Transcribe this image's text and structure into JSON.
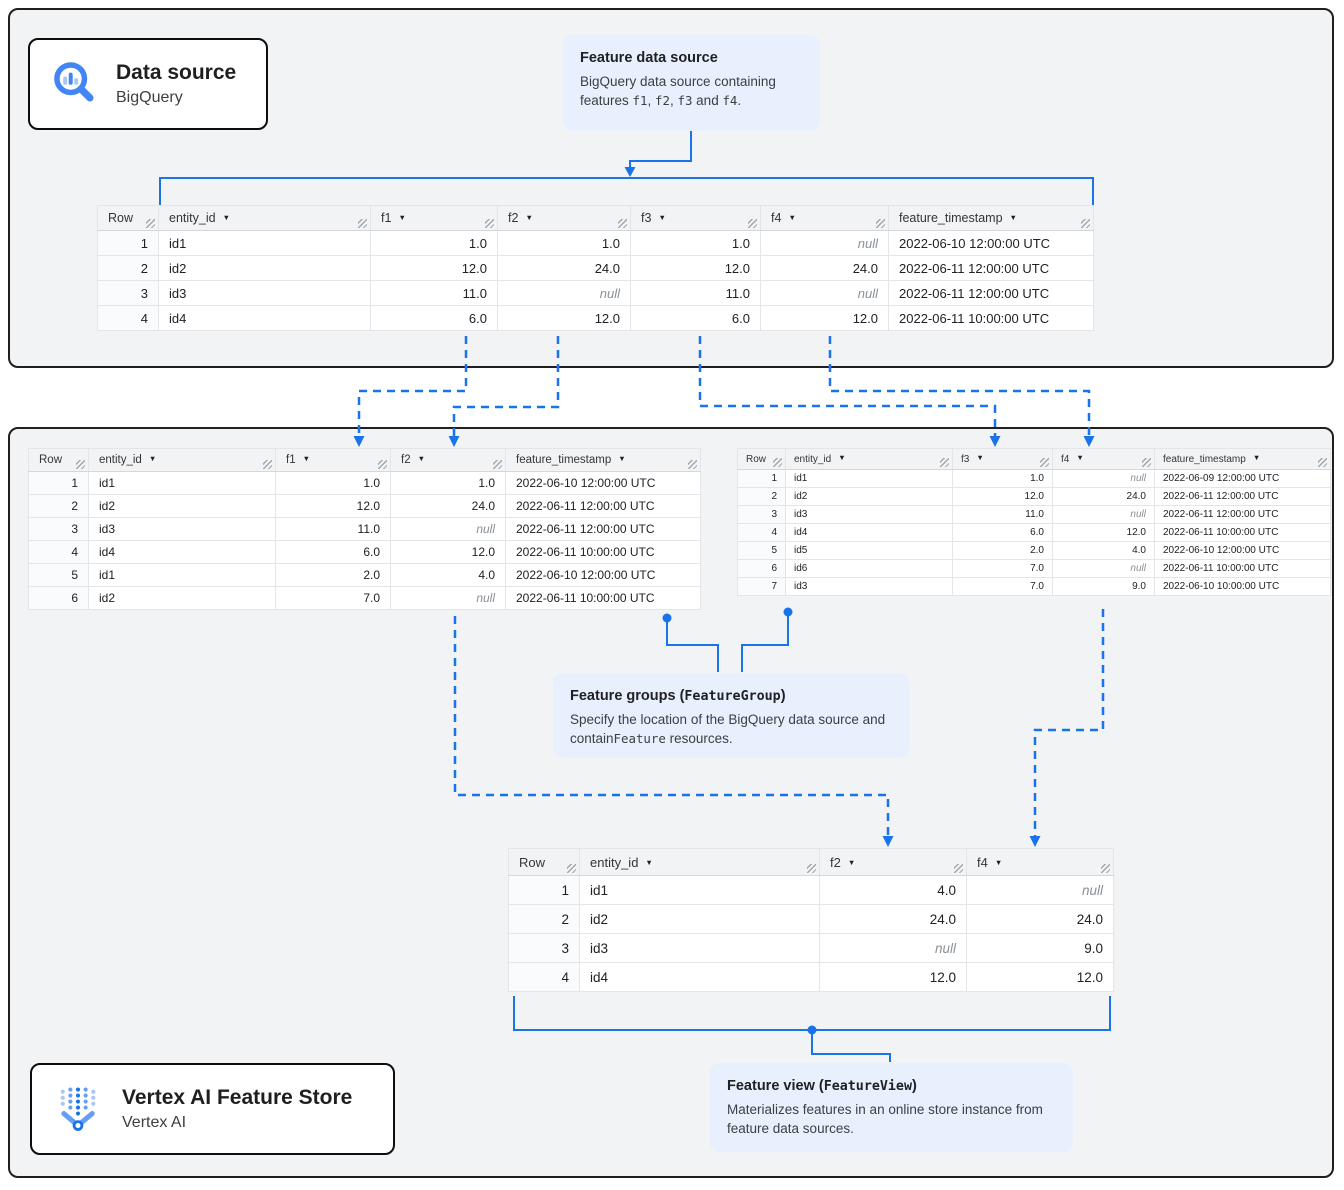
{
  "page": {
    "accent_blue": "#1a73e8",
    "panel_background": "#f1f3f4",
    "callout_background": "#e8f0fe",
    "null_text": "null"
  },
  "cards": {
    "data_source": {
      "title": "Data source",
      "subtitle": "BigQuery",
      "icon": "bigquery-icon"
    },
    "feature_store": {
      "title": "Vertex AI Feature Store",
      "subtitle": "Vertex AI",
      "icon": "vertex-ai-icon"
    }
  },
  "callouts": {
    "feature_data_source": {
      "title_parts": [
        {
          "t": "Feature data source"
        }
      ],
      "body_parts": [
        {
          "t": "BigQuery data source containing features "
        },
        {
          "t": "f1",
          "mono": true
        },
        {
          "t": ", "
        },
        {
          "t": "f2",
          "mono": true
        },
        {
          "t": ", "
        },
        {
          "t": "f3",
          "mono": true
        },
        {
          "t": " and "
        },
        {
          "t": "f4",
          "mono": true
        },
        {
          "t": "."
        }
      ]
    },
    "feature_groups": {
      "title_parts": [
        {
          "t": "Feature groups ("
        },
        {
          "t": "FeatureGroup",
          "mono": true
        },
        {
          "t": ")"
        }
      ],
      "body_parts": [
        {
          "t": "Specify the location of the BigQuery data source and contain"
        },
        {
          "t": "Feature",
          "mono": true
        },
        {
          "t": " resources."
        }
      ]
    },
    "feature_view": {
      "title_parts": [
        {
          "t": "Feature view ("
        },
        {
          "t": "FeatureView",
          "mono": true
        },
        {
          "t": ")"
        }
      ],
      "body_parts": [
        {
          "t": "Materializes features in an online store instance from feature data sources."
        }
      ]
    }
  },
  "tables": [
    {
      "id": "source",
      "columns": [
        {
          "label": "Row",
          "sortable": false,
          "align": "right"
        },
        {
          "label": "entity_id",
          "sortable": true,
          "align": "left"
        },
        {
          "label": "f1",
          "sortable": true,
          "align": "right"
        },
        {
          "label": "f2",
          "sortable": true,
          "align": "right"
        },
        {
          "label": "f3",
          "sortable": true,
          "align": "right"
        },
        {
          "label": "f4",
          "sortable": true,
          "align": "right"
        },
        {
          "label": "feature_timestamp",
          "sortable": true,
          "align": "left"
        }
      ],
      "rows": [
        [
          "1",
          "id1",
          "1.0",
          "1.0",
          "1.0",
          "null",
          "2022-06-10 12:00:00 UTC"
        ],
        [
          "2",
          "id2",
          "12.0",
          "24.0",
          "12.0",
          "24.0",
          "2022-06-11 12:00:00 UTC"
        ],
        [
          "3",
          "id3",
          "11.0",
          "null",
          "11.0",
          "null",
          "2022-06-11 12:00:00 UTC"
        ],
        [
          "4",
          "id4",
          "6.0",
          "12.0",
          "6.0",
          "12.0",
          "2022-06-11 10:00:00 UTC"
        ]
      ]
    },
    {
      "id": "fg1",
      "columns": [
        {
          "label": "Row",
          "sortable": false,
          "align": "right"
        },
        {
          "label": "entity_id",
          "sortable": true,
          "align": "left"
        },
        {
          "label": "f1",
          "sortable": true,
          "align": "right"
        },
        {
          "label": "f2",
          "sortable": true,
          "align": "right"
        },
        {
          "label": "feature_timestamp",
          "sortable": true,
          "align": "left"
        }
      ],
      "rows": [
        [
          "1",
          "id1",
          "1.0",
          "1.0",
          "2022-06-10 12:00:00 UTC"
        ],
        [
          "2",
          "id2",
          "12.0",
          "24.0",
          "2022-06-11 12:00:00 UTC"
        ],
        [
          "3",
          "id3",
          "11.0",
          "null",
          "2022-06-11 12:00:00 UTC"
        ],
        [
          "4",
          "id4",
          "6.0",
          "12.0",
          "2022-06-11 10:00:00 UTC"
        ],
        [
          "5",
          "id1",
          "2.0",
          "4.0",
          "2022-06-10 12:00:00 UTC"
        ],
        [
          "6",
          "id2",
          "7.0",
          "null",
          "2022-06-11 10:00:00 UTC"
        ]
      ]
    },
    {
      "id": "fg2",
      "columns": [
        {
          "label": "Row",
          "sortable": false,
          "align": "right"
        },
        {
          "label": "entity_id",
          "sortable": true,
          "align": "left"
        },
        {
          "label": "f3",
          "sortable": true,
          "align": "right"
        },
        {
          "label": "f4",
          "sortable": true,
          "align": "right"
        },
        {
          "label": "feature_timestamp",
          "sortable": true,
          "align": "left"
        }
      ],
      "rows": [
        [
          "1",
          "id1",
          "1.0",
          "null",
          "2022-06-09 12:00:00 UTC"
        ],
        [
          "2",
          "id2",
          "12.0",
          "24.0",
          "2022-06-11 12:00:00 UTC"
        ],
        [
          "3",
          "id3",
          "11.0",
          "null",
          "2022-06-11 12:00:00 UTC"
        ],
        [
          "4",
          "id4",
          "6.0",
          "12.0",
          "2022-06-11 10:00:00 UTC"
        ],
        [
          "5",
          "id5",
          "2.0",
          "4.0",
          "2022-06-10 12:00:00 UTC"
        ],
        [
          "6",
          "id6",
          "7.0",
          "null",
          "2022-06-11 10:00:00 UTC"
        ],
        [
          "7",
          "id3",
          "7.0",
          "9.0",
          "2022-06-10 10:00:00 UTC"
        ]
      ]
    },
    {
      "id": "view",
      "columns": [
        {
          "label": "Row",
          "sortable": false,
          "align": "right"
        },
        {
          "label": "entity_id",
          "sortable": true,
          "align": "left"
        },
        {
          "label": "f2",
          "sortable": true,
          "align": "right"
        },
        {
          "label": "f4",
          "sortable": true,
          "align": "right"
        }
      ],
      "rows": [
        [
          "1",
          "id1",
          "4.0",
          "null"
        ],
        [
          "2",
          "id2",
          "24.0",
          "24.0"
        ],
        [
          "3",
          "id3",
          "null",
          "9.0"
        ],
        [
          "4",
          "id4",
          "12.0",
          "12.0"
        ]
      ]
    }
  ]
}
